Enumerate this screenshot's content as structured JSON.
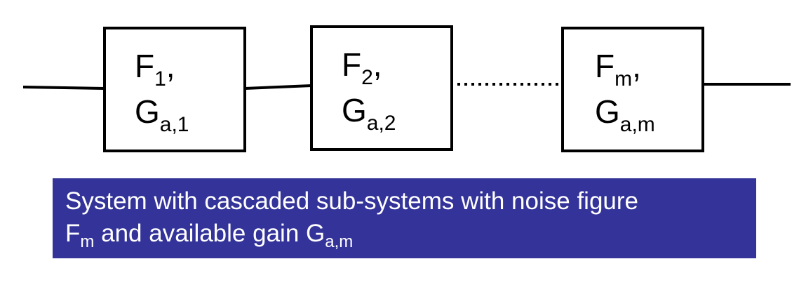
{
  "blocks": [
    {
      "f_base": "F",
      "f_sub": "1",
      "g_base": "G",
      "g_sub": "a,1"
    },
    {
      "f_base": "F",
      "f_sub": "2",
      "g_base": "G",
      "g_sub": "a,2"
    },
    {
      "f_base": "F",
      "f_sub": "m",
      "g_base": "G",
      "g_sub": "a,m"
    }
  ],
  "separator": ",",
  "caption": {
    "line1": "System with cascaded sub-systems with noise figure",
    "f_base": "F",
    "f_sub": "m",
    "middle": " and available gain ",
    "g_base": "G",
    "g_sub": "a,m"
  },
  "colors": {
    "caption_bg": "#333399",
    "caption_text": "#ffffff",
    "stroke": "#000000"
  }
}
